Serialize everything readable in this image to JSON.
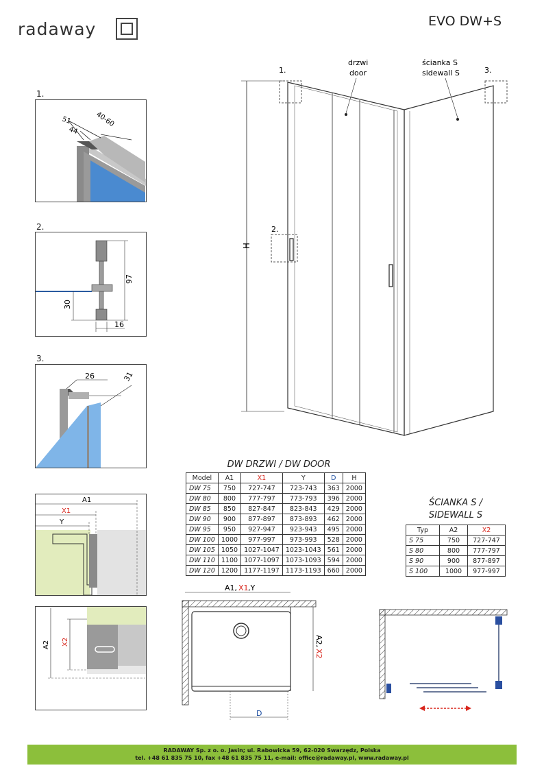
{
  "brand": {
    "name": "radaway"
  },
  "model_title": "EVO DW+S",
  "detail_labels": {
    "d1": "1.",
    "d2": "2.",
    "d3": "3."
  },
  "detail1": {
    "dim_a": "51",
    "dim_b": "44",
    "dim_c": "40-60"
  },
  "detail2": {
    "dim_a": "97",
    "dim_b": "30",
    "dim_c": "16"
  },
  "detail3": {
    "dim_a": "26",
    "dim_b": "31"
  },
  "main_drawing": {
    "height_label": "H",
    "door_label_pl": "drzwi",
    "door_label_en": "door",
    "sidewall_label_pl": "ścianka S",
    "sidewall_label_en": "sidewall S",
    "marker1": "1.",
    "marker2": "2.",
    "marker3": "3."
  },
  "door_table": {
    "title": "DW DRZWI / DW DOOR",
    "headers": [
      "Model",
      "A1",
      "X1",
      "Y",
      "D",
      "H"
    ],
    "rows": [
      [
        "DW 75",
        "750",
        "727-747",
        "723-743",
        "363",
        "2000"
      ],
      [
        "DW 80",
        "800",
        "777-797",
        "773-793",
        "396",
        "2000"
      ],
      [
        "DW 85",
        "850",
        "827-847",
        "823-843",
        "429",
        "2000"
      ],
      [
        "DW 90",
        "900",
        "877-897",
        "873-893",
        "462",
        "2000"
      ],
      [
        "DW 95",
        "950",
        "927-947",
        "923-943",
        "495",
        "2000"
      ],
      [
        "DW 100",
        "1000",
        "977-997",
        "973-993",
        "528",
        "2000"
      ],
      [
        "DW 105",
        "1050",
        "1027-1047",
        "1023-1043",
        "561",
        "2000"
      ],
      [
        "DW 110",
        "1100",
        "1077-1097",
        "1073-1093",
        "594",
        "2000"
      ],
      [
        "DW 120",
        "1200",
        "1177-1197",
        "1173-1193",
        "660",
        "2000"
      ]
    ]
  },
  "side_table": {
    "title_line1": "ŚCIANKA S /",
    "title_line2": "SIDEWALL S",
    "headers": [
      "Typ",
      "A2",
      "X2"
    ],
    "rows": [
      [
        "S 75",
        "750",
        "727-747"
      ],
      [
        "S 80",
        "800",
        "777-797"
      ],
      [
        "S 90",
        "900",
        "877-897"
      ],
      [
        "S 100",
        "1000",
        "977-997"
      ]
    ]
  },
  "section_a1": {
    "a1": "A1",
    "x1": "X1",
    "y": "Y"
  },
  "section_a2": {
    "a2": "A2",
    "x2": "X2"
  },
  "plan": {
    "top_a1": "A1,",
    "top_x1": "X1",
    "top_y": ",Y",
    "side_a2": "A2,",
    "side_x2": "X2",
    "bottom_d": "D"
  },
  "footer": {
    "line1": "RADAWAY Sp. z o. o. Jasin; ul. Rabowicka 59, 62-020 Swarzędz, Polska",
    "line2": "tel. +48 61 835 75 10, fax +48 61 835 75 11, e-mail: office@radaway.pl, www.radaway.pl"
  },
  "colors": {
    "accent_green": "#8cbf3b",
    "red": "#d8261c",
    "blue": "#1d4ea0"
  }
}
